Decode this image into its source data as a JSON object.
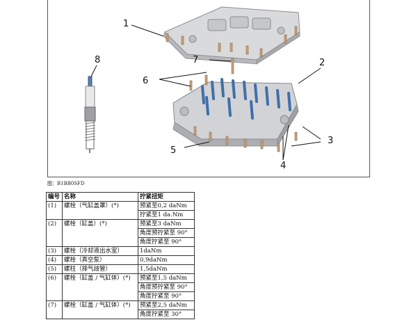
{
  "figure": {
    "callouts": [
      "1",
      "2",
      "3",
      "4",
      "5",
      "6",
      "7",
      "8"
    ],
    "caption": "图：B1BB0SFD"
  },
  "table": {
    "headers": [
      "编号",
      "名称",
      "拧紧扭矩"
    ],
    "rows": [
      {
        "id": "(1)",
        "name": "螺栓（气缸盖罩）(*)",
        "torques": [
          "预紧至0,2 daNm",
          "拧紧至1 da.Nm"
        ]
      },
      {
        "id": "(2)",
        "name": "螺栓（缸盖）(*)",
        "torques": [
          "预紧至3 daNm",
          "角度预拧紧至  90°",
          "角度拧紧至  90°"
        ]
      },
      {
        "id": "(3)",
        "name": "螺栓（冷却液出水室）",
        "torques": [
          "1daNm"
        ]
      },
      {
        "id": "(4)",
        "name": "螺栓（真空泵）",
        "torques": [
          "0,9daNm"
        ]
      },
      {
        "id": "(5)",
        "name": "螺柱（排气歧管）",
        "torques": [
          "1,5daNm"
        ]
      },
      {
        "id": "(6)",
        "name": "螺栓（缸盖  / 气缸体）(*)",
        "torques": [
          "预紧至1,5 daNm",
          "角度预拧紧至  90°",
          "角度拧紧至  90°"
        ]
      },
      {
        "id": "(7)",
        "name": "螺栓（缸盖  / 气缸体）(*)",
        "torques": [
          "预紧至2,5 daNm",
          "角度拧紧至  30°"
        ]
      }
    ]
  }
}
